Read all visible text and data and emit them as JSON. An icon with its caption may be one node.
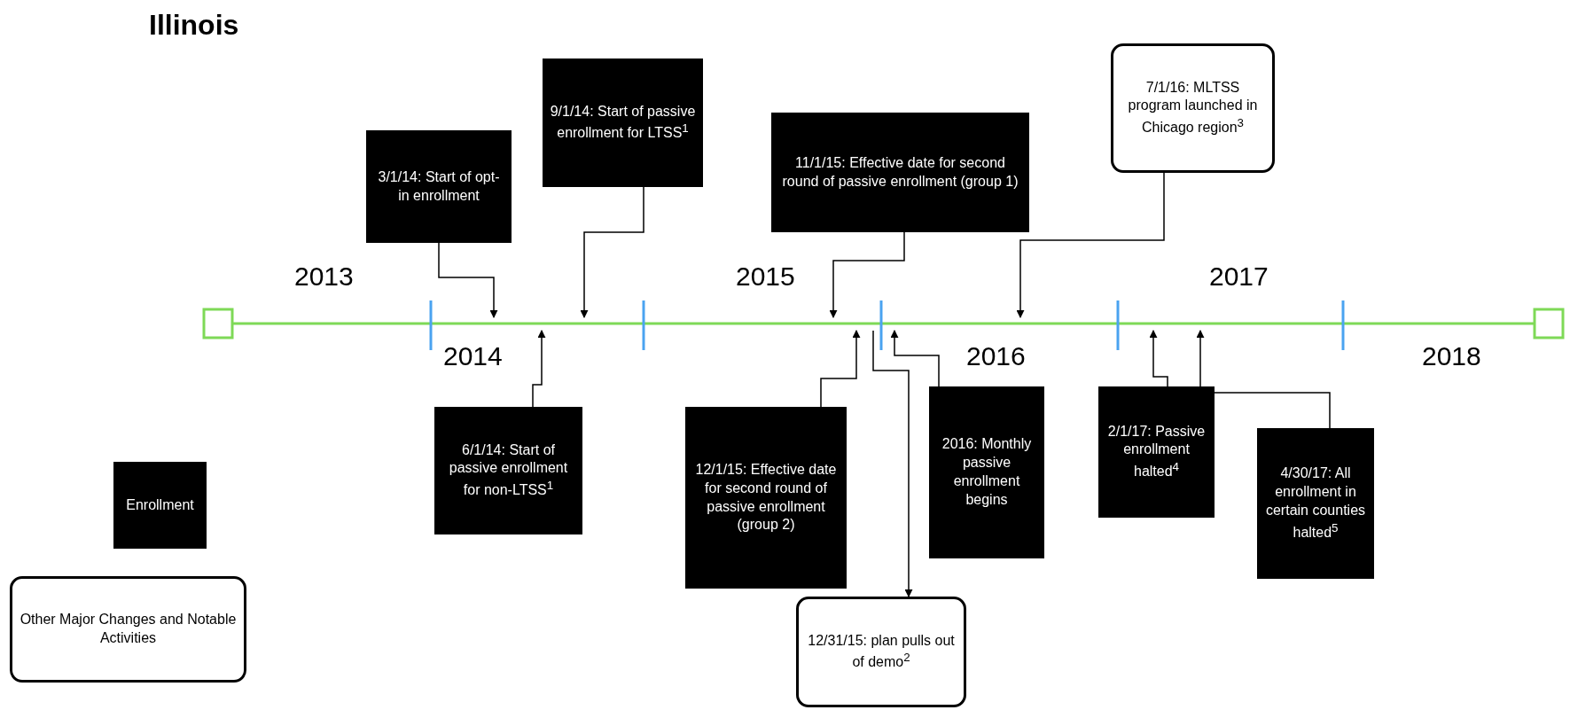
{
  "diagram": {
    "title": "Illinois",
    "nodes": [
      {
        "text": [
          "3/1/14: Start of opt-in enrollment"
        ]
      },
      {
        "text": [
          "9/1/14: Start of passive enrollment for LTSS$^{1}$"
        ]
      },
      {
        "text": [
          "11/1/15: Effective date for second round of passive enrollment (group 1)"
        ]
      },
      {
        "text": [
          "7/1/16: MLTSS program launched in Chicago region$^{3}$"
        ]
      },
      {
        "text": [
          "6/1/14: Start of passive enrollment for non-LTSS$^{1}$"
        ]
      },
      {
        "text": [
          "12/1/15: Effective date for second round of passive enrollment (group 2)"
        ]
      },
      {
        "text": [
          "12/31/15: plan pulls out of demo$^{2}$"
        ]
      },
      {
        "text": [
          "2016: Monthly passive enrollment begins"
        ]
      },
      {
        "text": [
          "2/1/17: Passive enrollment halted$^{4}$"
        ]
      },
      {
        "text": [
          "4/30/17: All enrollment in certain counties halted$^{5}$"
        ]
      }
    ],
    "edges": [
      {
        "from": 0,
        "to": null,
        "arrow": "to"
      },
      {
        "from": 1,
        "to": null,
        "arrow": "to"
      },
      {
        "from": 2,
        "to": null,
        "arrow": "to"
      },
      {
        "from": 3,
        "to": null,
        "arrow": "to"
      },
      {
        "from": 4,
        "to": null,
        "arrow": "to"
      },
      {
        "from": 5,
        "to": null,
        "arrow": "to"
      },
      {
        "from": null,
        "to": 6,
        "arrow": "to"
      },
      {
        "from": 7,
        "to": null,
        "arrow": "to"
      },
      {
        "from": 8,
        "to": null,
        "arrow": "to"
      },
      {
        "from": 9,
        "to": null,
        "arrow": "to"
      }
    ],
    "labels": [
      "2013",
      "2015",
      "2017",
      "2014",
      "2016",
      "2018"
    ],
    "legend": [
      {
        "text": "Enrollment",
        "color": "#000000"
      },
      {
        "text": "Other Major Changes and Notable Activities"
      }
    ]
  }
}
